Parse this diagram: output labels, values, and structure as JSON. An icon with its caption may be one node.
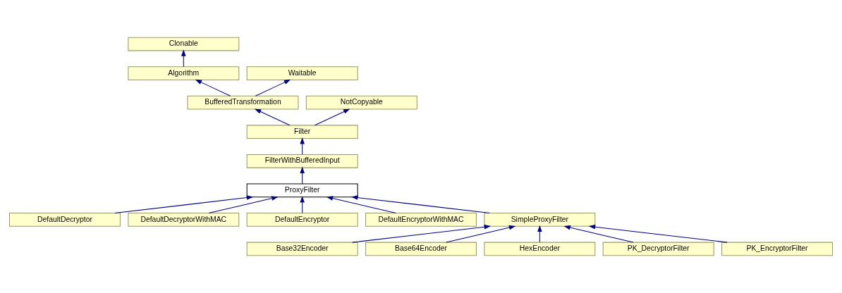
{
  "diagram": {
    "nodes": [
      {
        "text": [
          "Clonable"
        ]
      },
      {
        "text": [
          "Algorithm"
        ]
      },
      {
        "text": [
          "Waitable"
        ]
      },
      {
        "text": [
          "BufferedTransformation"
        ]
      },
      {
        "text": [
          "NotCopyable"
        ]
      },
      {
        "text": [
          "Filter"
        ]
      },
      {
        "text": [
          "FilterWithBufferedInput"
        ]
      },
      {
        "text": [
          "ProxyFilter"
        ]
      },
      {
        "text": [
          "DefaultDecryptor"
        ]
      },
      {
        "text": [
          "DefaultDecryptorWithMAC"
        ]
      },
      {
        "text": [
          "DefaultEncryptor"
        ]
      },
      {
        "text": [
          "DefaultEncryptorWithMAC"
        ]
      },
      {
        "text": [
          "SimpleProxyFilter"
        ]
      },
      {
        "text": [
          "Base32Encoder"
        ]
      },
      {
        "text": [
          "Base64Encoder"
        ]
      },
      {
        "text": [
          "HexEncoder"
        ]
      },
      {
        "text": [
          "PK_DecryptorFilter"
        ]
      },
      {
        "text": [
          "PK_EncryptorFilter"
        ]
      }
    ],
    "edges": [
      {
        "from": 1,
        "to": 0,
        "arrow": "to"
      },
      {
        "from": 3,
        "to": 1,
        "arrow": "to"
      },
      {
        "from": 3,
        "to": 2,
        "arrow": "to"
      },
      {
        "from": 5,
        "to": 3,
        "arrow": "to"
      },
      {
        "from": 5,
        "to": 4,
        "arrow": "to"
      },
      {
        "from": 6,
        "to": 5,
        "arrow": "to"
      },
      {
        "from": 7,
        "to": 6,
        "arrow": "to"
      },
      {
        "from": 8,
        "to": 7,
        "arrow": "to"
      },
      {
        "from": 9,
        "to": 7,
        "arrow": "to"
      },
      {
        "from": 10,
        "to": 7,
        "arrow": "to"
      },
      {
        "from": 11,
        "to": 7,
        "arrow": "to"
      },
      {
        "from": 12,
        "to": 7,
        "arrow": "to"
      },
      {
        "from": 13,
        "to": 12,
        "arrow": "to"
      },
      {
        "from": 14,
        "to": 12,
        "arrow": "to"
      },
      {
        "from": 15,
        "to": 12,
        "arrow": "to"
      },
      {
        "from": 16,
        "to": 12,
        "arrow": "to"
      },
      {
        "from": 17,
        "to": 12,
        "arrow": "to"
      }
    ]
  }
}
